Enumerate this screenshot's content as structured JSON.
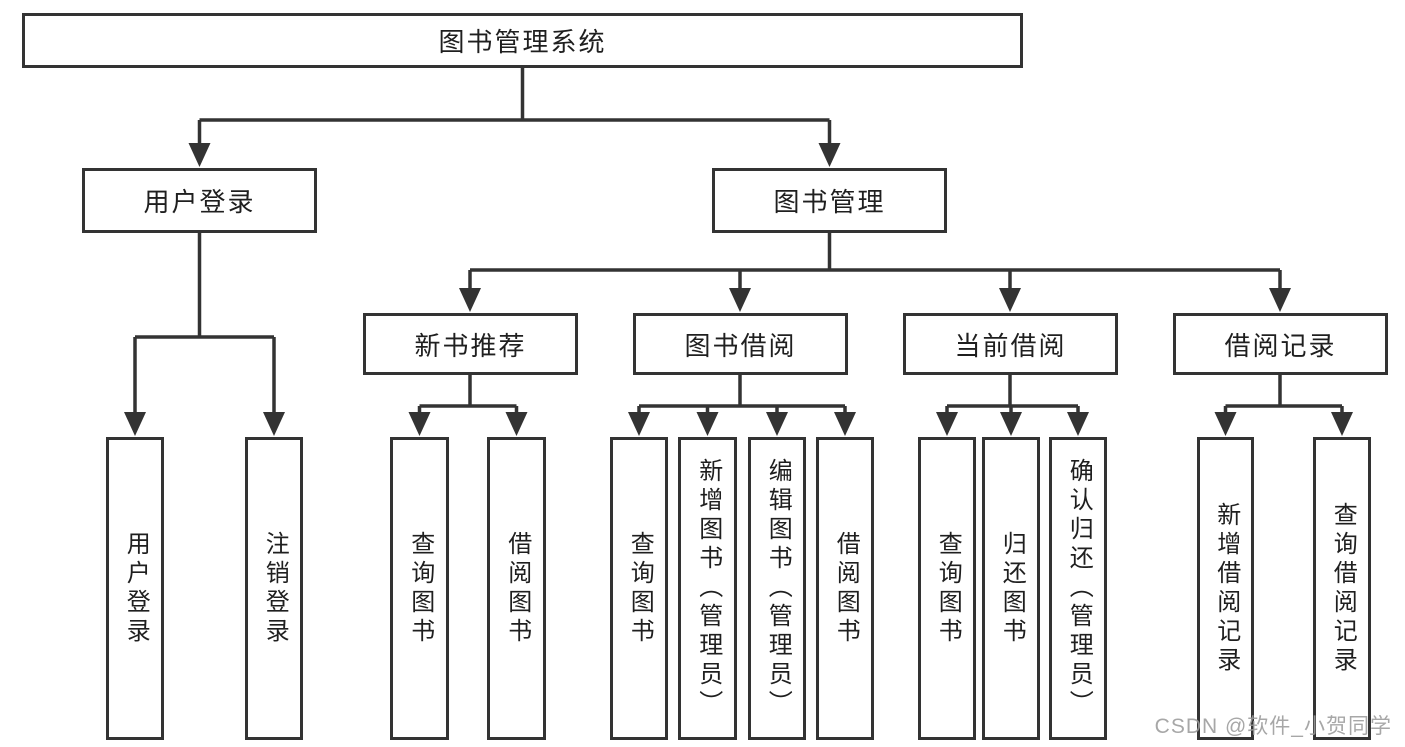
{
  "tree": {
    "root": {
      "label": "图书管理系统",
      "children": [
        {
          "label": "用户登录",
          "children": [
            {
              "label": "用户登录"
            },
            {
              "label": "注销登录"
            }
          ]
        },
        {
          "label": "图书管理",
          "children": [
            {
              "label": "新书推荐",
              "children": [
                {
                  "label": "查询图书"
                },
                {
                  "label": "借阅图书"
                }
              ]
            },
            {
              "label": "图书借阅",
              "children": [
                {
                  "label": "查询图书"
                },
                {
                  "label": "新增图书（管理员）"
                },
                {
                  "label": "编辑图书（管理员）"
                },
                {
                  "label": "借阅图书"
                }
              ]
            },
            {
              "label": "当前借阅",
              "children": [
                {
                  "label": "查询图书"
                },
                {
                  "label": "归还图书"
                },
                {
                  "label": "确认归还（管理员）"
                }
              ]
            },
            {
              "label": "借阅记录",
              "children": [
                {
                  "label": "新增借阅记录"
                },
                {
                  "label": "查询借阅记录"
                }
              ]
            }
          ]
        }
      ]
    }
  },
  "watermark": {
    "text": "CSDN @软件_小贺同学"
  },
  "colors": {
    "line": "#333333",
    "text": "#1f1f1f",
    "watermark": "#9b9b9b",
    "background": "#ffffff"
  }
}
